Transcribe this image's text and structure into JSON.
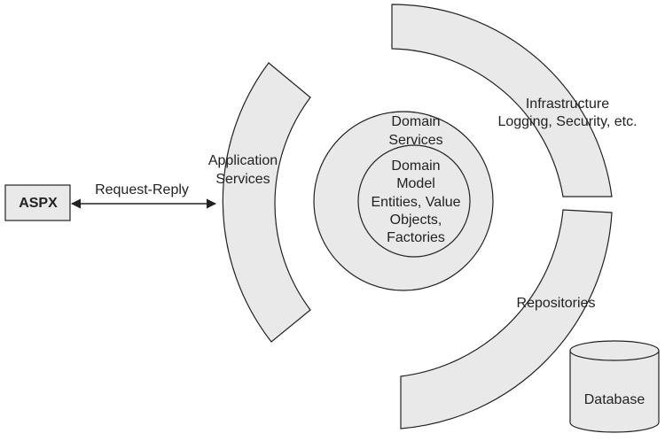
{
  "colors": {
    "fill": "#e9e9e9",
    "stroke": "#222222",
    "background": "#ffffff",
    "text": "#222222"
  },
  "aspx": {
    "label": "ASPX"
  },
  "connector": {
    "label": "Request-Reply"
  },
  "application_services": {
    "line1": "Application",
    "line2": "Services"
  },
  "domain_services": {
    "line1": "Domain",
    "line2": "Services"
  },
  "domain_model": {
    "line1": "Domain",
    "line2": "Model",
    "line3": "Entities, Value",
    "line4": "Objects,",
    "line5": "Factories"
  },
  "infrastructure": {
    "line1": "Infrastructure",
    "line2": "Logging, Security, etc."
  },
  "repositories": {
    "label": "Repositories"
  },
  "database": {
    "label": "Database"
  }
}
